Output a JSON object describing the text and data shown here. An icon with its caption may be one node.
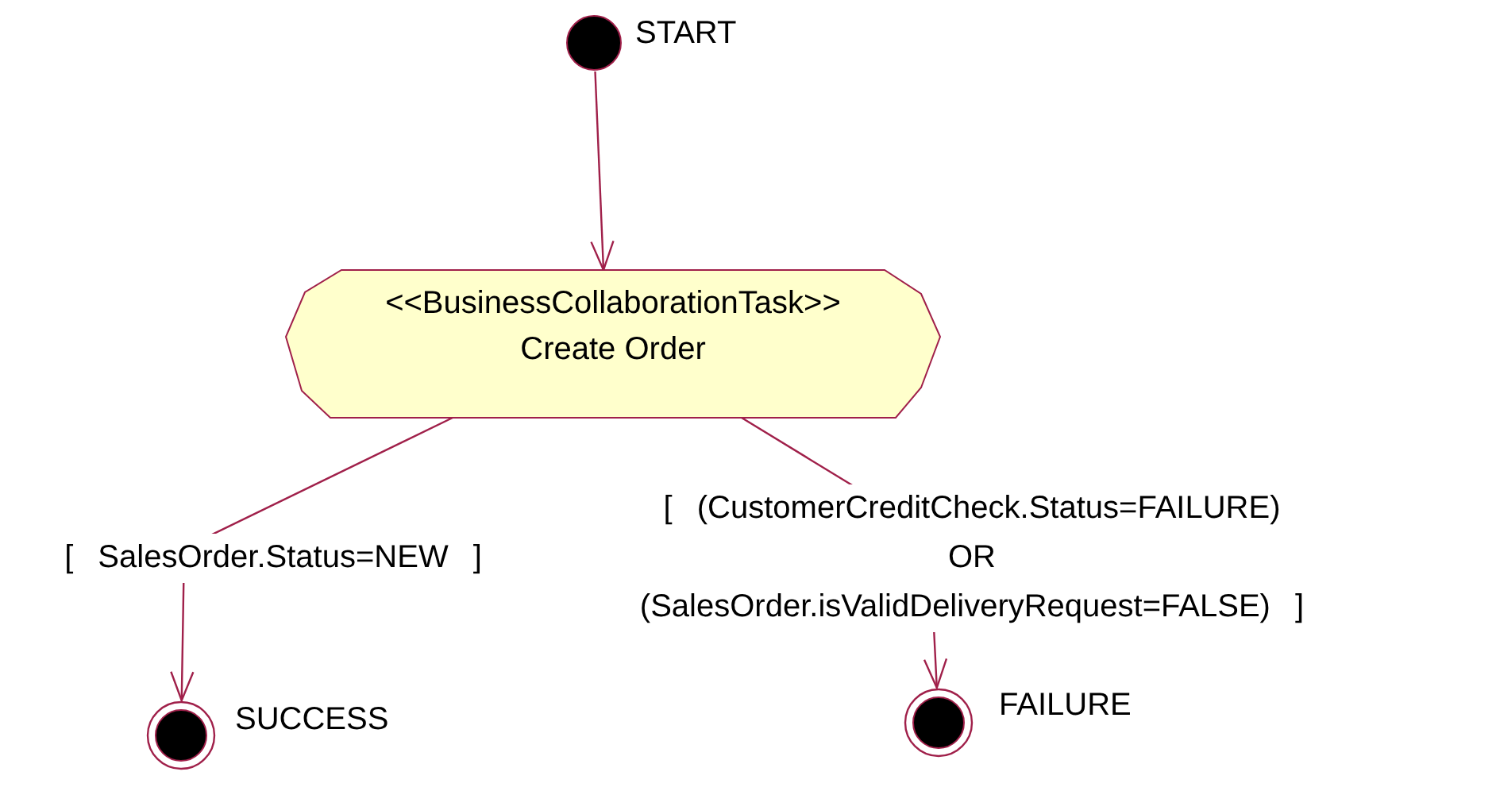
{
  "diagram": {
    "nodes": [
      {
        "text": [],
        "shape": "circle",
        "beside": [
          "START"
        ]
      },
      {
        "text": [
          "<<BusinessCollaborationTask>>",
          "Create Order"
        ]
      },
      {
        "text": [],
        "shape": "circle",
        "beside": [
          "SUCCESS"
        ]
      },
      {
        "text": [],
        "shape": "circle",
        "beside": [
          "FAILURE"
        ]
      }
    ],
    "edges": [
      {
        "from": 0,
        "to": 1,
        "arrow": "to"
      },
      {
        "from": 1,
        "to": 2,
        "arrow": "to",
        "label": "[ SalesOrder.Status=NEW ]"
      },
      {
        "from": 1,
        "to": 3,
        "arrow": "to",
        "label": "[ (CustomerCreditCheck.Status=FAILURE) OR (SalesOrder.isValidDeliveryRequest=FALSE) ]"
      }
    ]
  }
}
